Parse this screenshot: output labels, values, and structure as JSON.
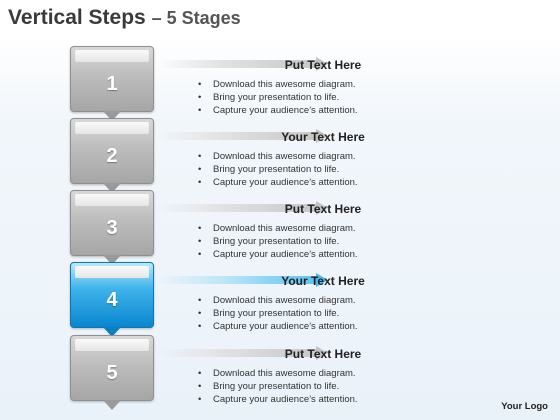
{
  "title": {
    "main": "Vertical Steps",
    "sub": "– 5 Stages"
  },
  "steps": [
    {
      "number": "1",
      "heading": "Put Text Here",
      "bullets": [
        "Download this awesome diagram.",
        "Bring your presentation to life.",
        "Capture your audience’s attention."
      ]
    },
    {
      "number": "2",
      "heading": "Your Text Here",
      "bullets": [
        "Download this awesome diagram.",
        "Bring your presentation to life.",
        "Capture your audience’s attention."
      ]
    },
    {
      "number": "3",
      "heading": "Put Text Here",
      "bullets": [
        "Download this awesome diagram.",
        "Bring your presentation to life.",
        "Capture your audience’s attention."
      ]
    },
    {
      "number": "4",
      "heading": "Your Text Here",
      "bullets": [
        "Download this awesome diagram.",
        "Bring your presentation to life.",
        "Capture your audience’s attention."
      ],
      "highlighted": true
    },
    {
      "number": "5",
      "heading": "Put Text Here",
      "bullets": [
        "Download this awesome diagram.",
        "Bring your presentation to life.",
        "Capture your audience’s attention."
      ]
    }
  ],
  "logo": "Your Logo",
  "colors": {
    "step_gray": "#b3b3b3",
    "highlight_blue": "#1f9ee0",
    "title": "#3a3a3a"
  }
}
